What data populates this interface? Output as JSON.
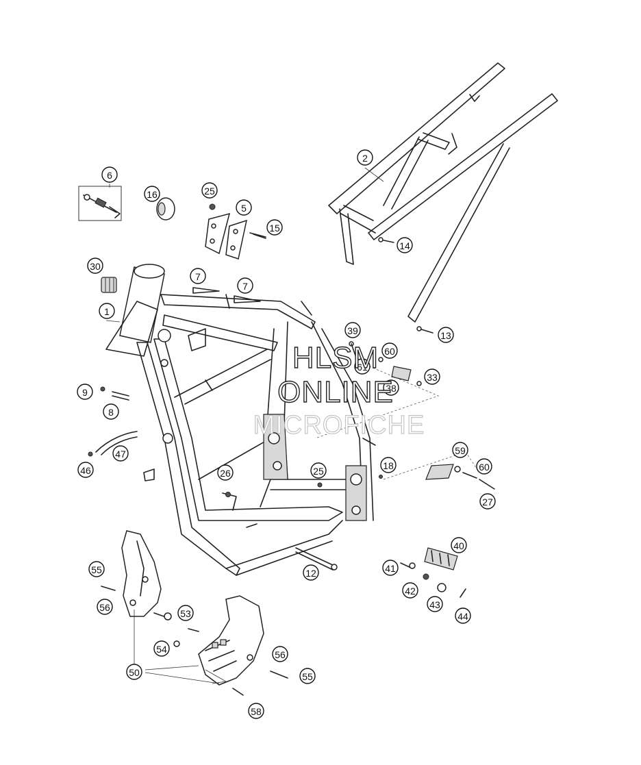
{
  "watermark": {
    "line1": "HLSM",
    "line2": "ONLINE",
    "line3": "MICROFICHE"
  },
  "callouts": [
    {
      "id": "c1",
      "label": "1"
    },
    {
      "id": "c2",
      "label": "2"
    },
    {
      "id": "c5",
      "label": "5"
    },
    {
      "id": "c6",
      "label": "6"
    },
    {
      "id": "c7a",
      "label": "7"
    },
    {
      "id": "c7b",
      "label": "7"
    },
    {
      "id": "c8",
      "label": "8"
    },
    {
      "id": "c9",
      "label": "9"
    },
    {
      "id": "c12",
      "label": "12"
    },
    {
      "id": "c13",
      "label": "13"
    },
    {
      "id": "c14",
      "label": "14"
    },
    {
      "id": "c15",
      "label": "15"
    },
    {
      "id": "c16",
      "label": "16"
    },
    {
      "id": "c18",
      "label": "18"
    },
    {
      "id": "c25a",
      "label": "25"
    },
    {
      "id": "c25b",
      "label": "25"
    },
    {
      "id": "c26",
      "label": "26"
    },
    {
      "id": "c27",
      "label": "27"
    },
    {
      "id": "c30",
      "label": "30"
    },
    {
      "id": "c33",
      "label": "33"
    },
    {
      "id": "c38",
      "label": "38"
    },
    {
      "id": "c39",
      "label": "39"
    },
    {
      "id": "c40",
      "label": "40"
    },
    {
      "id": "c41",
      "label": "41"
    },
    {
      "id": "c42",
      "label": "42"
    },
    {
      "id": "c43",
      "label": "43"
    },
    {
      "id": "c44",
      "label": "44"
    },
    {
      "id": "c46",
      "label": "46"
    },
    {
      "id": "c47",
      "label": "47"
    },
    {
      "id": "c50",
      "label": "50"
    },
    {
      "id": "c53",
      "label": "53"
    },
    {
      "id": "c54",
      "label": "54"
    },
    {
      "id": "c55a",
      "label": "55"
    },
    {
      "id": "c55b",
      "label": "55"
    },
    {
      "id": "c56a",
      "label": "56"
    },
    {
      "id": "c56b",
      "label": "56"
    },
    {
      "id": "c58",
      "label": "58"
    },
    {
      "id": "c59",
      "label": "59"
    },
    {
      "id": "c60a",
      "label": "60"
    },
    {
      "id": "c60b",
      "label": "60"
    },
    {
      "id": "c61",
      "label": "61"
    }
  ]
}
